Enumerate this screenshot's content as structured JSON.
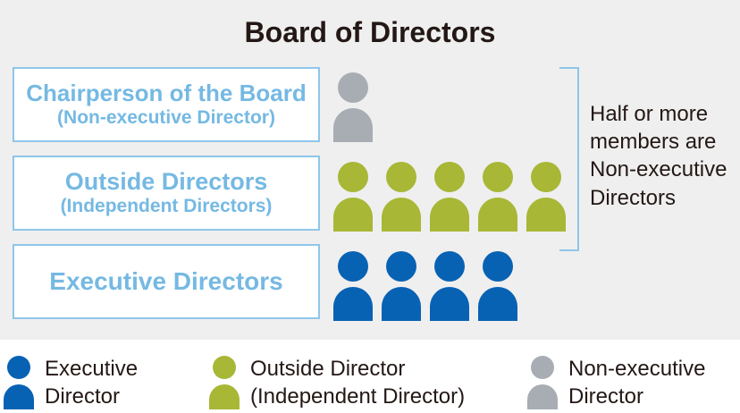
{
  "title": "Board of Directors",
  "colors": {
    "executive": "#0862b4",
    "outside": "#a8b736",
    "non_executive": "#a8adb4",
    "box_text": "#75b9e3",
    "box_border": "#8ec6ea"
  },
  "rows": [
    {
      "line1": "Chairperson of the Board",
      "line2": "(Non-executive Director)",
      "type": "non_executive",
      "count": 1
    },
    {
      "line1": "Outside Directors",
      "line2": "(Independent Directors)",
      "type": "outside",
      "count": 5
    },
    {
      "line1": "Executive Directors",
      "line2": "",
      "type": "executive",
      "count": 4
    }
  ],
  "note": [
    "Half or more",
    "members are",
    "Non-executive",
    "Directors"
  ],
  "legend": [
    {
      "type": "executive",
      "line1": "Executive",
      "line2": "Director"
    },
    {
      "type": "outside",
      "line1": "Outside Director",
      "line2": "(Independent Director)"
    },
    {
      "type": "non_executive",
      "line1": "Non-executive",
      "line2": "Director"
    }
  ]
}
